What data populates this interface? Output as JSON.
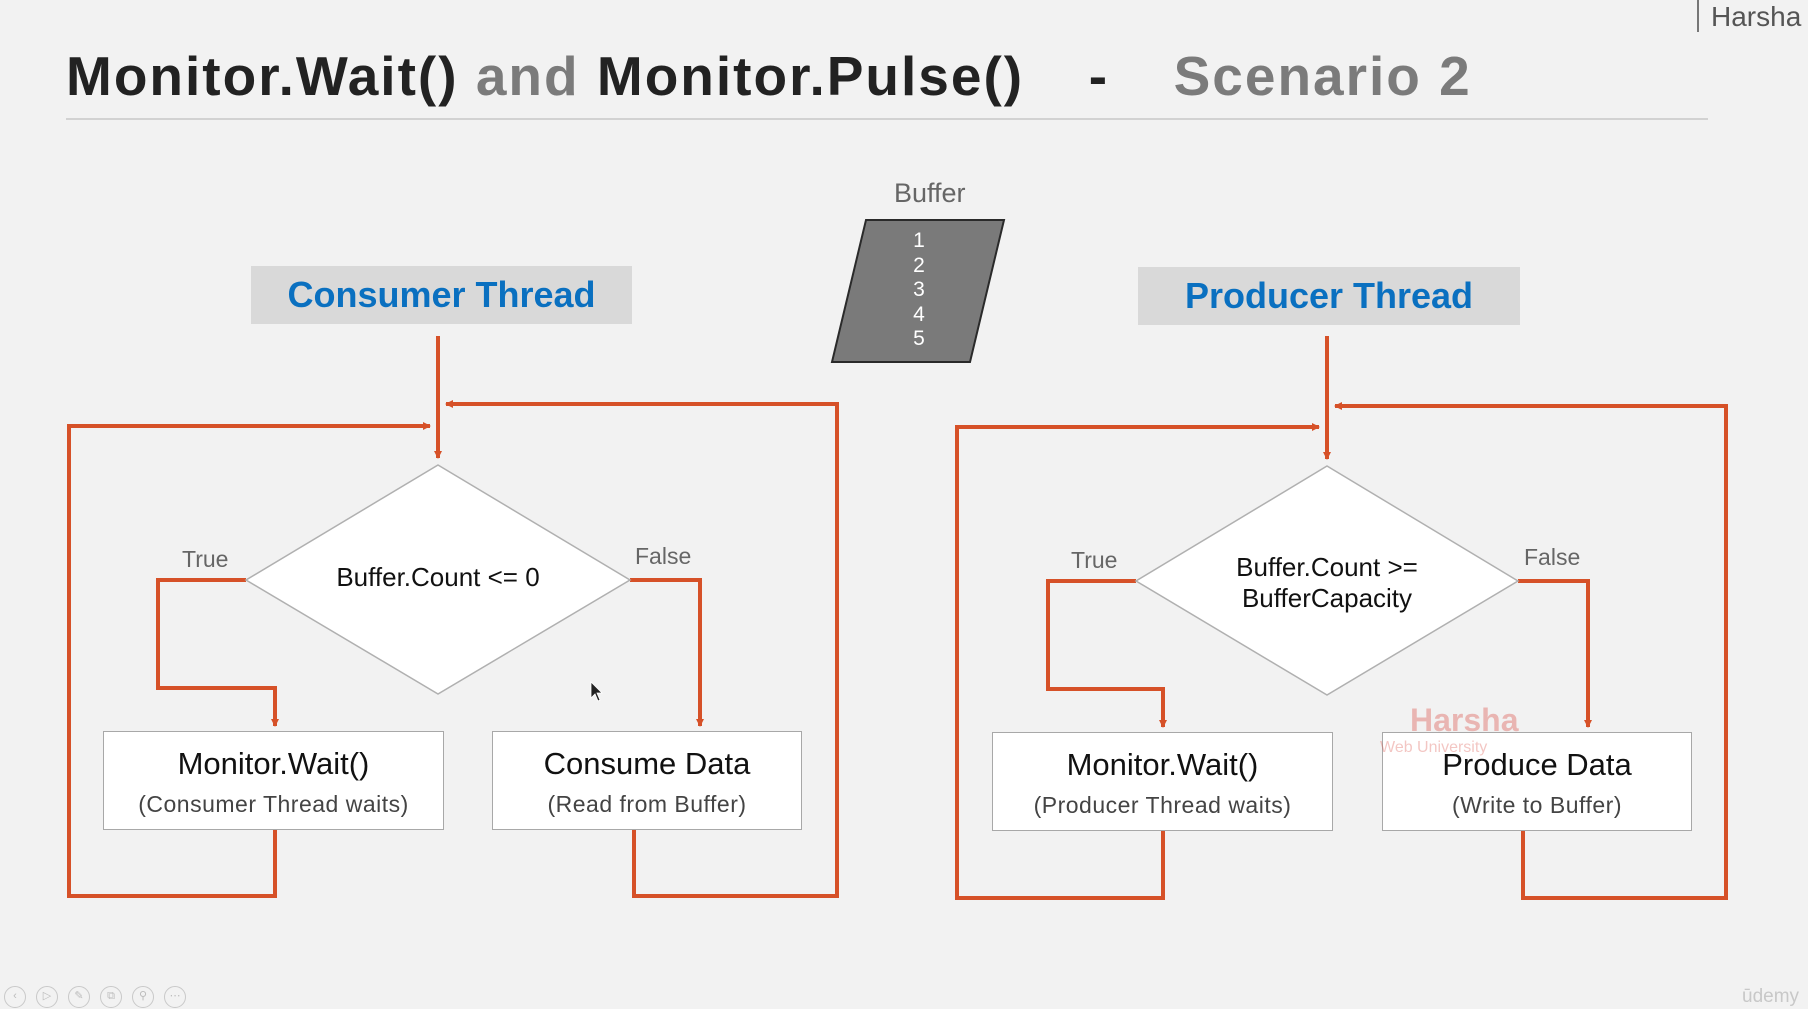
{
  "brand": "Harsha",
  "title": {
    "part1": "Monitor.Wait()",
    "part2": "and",
    "part3": "Monitor.Pulse()",
    "part4": "-",
    "part5": "Scenario 2"
  },
  "buffer": {
    "label": "Buffer",
    "items": [
      "1",
      "2",
      "3",
      "4",
      "5"
    ]
  },
  "consumer": {
    "header": "Consumer Thread",
    "condition": "Buffer.Count <= 0",
    "true_label": "True",
    "false_label": "False",
    "wait_box": {
      "title": "Monitor.Wait()",
      "subtitle": "(Consumer Thread waits)"
    },
    "action_box": {
      "title": "Consume Data",
      "subtitle": "(Read from Buffer)"
    }
  },
  "producer": {
    "header": "Producer Thread",
    "condition_line1": "Buffer.Count >=",
    "condition_line2": "BufferCapacity",
    "true_label": "True",
    "false_label": "False",
    "wait_box": {
      "title": "Monitor.Wait()",
      "subtitle": "(Producer Thread waits)"
    },
    "action_box": {
      "title": "Produce Data",
      "subtitle": "(Write to Buffer)"
    }
  },
  "watermark": {
    "title": "Harsha",
    "subtitle": "Web University"
  },
  "player_controls": [
    "back-icon",
    "play-icon",
    "pen-icon",
    "copy-icon",
    "zoom-icon",
    "more-icon"
  ],
  "footer_logo": "ūdemy",
  "colors": {
    "flow_line": "#d65128",
    "header_text": "#0a70c0",
    "header_bg": "#d9d9d9",
    "buffer_fill": "#7a7a7a"
  }
}
